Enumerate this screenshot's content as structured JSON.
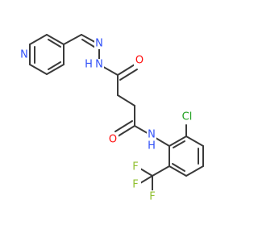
{
  "structure": {
    "atoms": {
      "pyridine_n": {
        "symbol": "N",
        "color": "#3050F8"
      },
      "hydrazone_n1": {
        "symbol": "N",
        "color": "#3050F8"
      },
      "hydrazone_nh": {
        "symbol": "N",
        "h_label": "H",
        "color": "#3050F8"
      },
      "ketone_o1": {
        "symbol": "O",
        "color": "#FF0D0D"
      },
      "amide_o2": {
        "symbol": "O",
        "color": "#FF0D0D"
      },
      "amide_nh": {
        "symbol": "N",
        "h_label": "H",
        "color": "#3050F8"
      },
      "chlorine": {
        "symbol": "Cl",
        "color": "#1FA01F"
      },
      "fluorine_1": {
        "symbol": "F",
        "color": "#90C030"
      },
      "fluorine_2": {
        "symbol": "F",
        "color": "#90C030"
      },
      "fluorine_3": {
        "symbol": "F",
        "color": "#90C030"
      }
    },
    "bond_color": "#3a3a3a"
  }
}
